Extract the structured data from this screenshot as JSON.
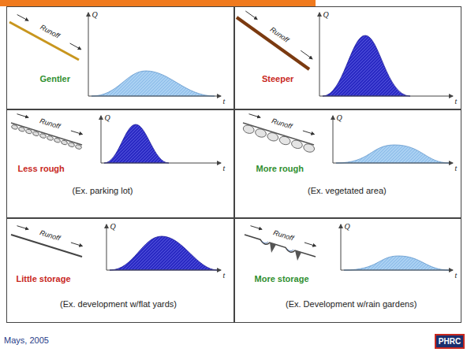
{
  "diagram": {
    "nodes": [
      {
        "text": [
          "Runoff",
          "Q",
          "t",
          "Gentler"
        ]
      },
      {
        "text": [
          "Runoff",
          "Q",
          "t",
          "Steeper"
        ]
      },
      {
        "text": [
          "Runoff",
          "Q",
          "t",
          "Less rough",
          "(Ex. parking lot)"
        ]
      },
      {
        "text": [
          "Runoff",
          "Q",
          "t",
          "More rough",
          "(Ex. vegetated area)"
        ]
      },
      {
        "text": [
          "Runoff",
          "Q",
          "t",
          "Little storage",
          "(Ex. development w/flat yards)"
        ]
      },
      {
        "text": [
          "Runoff",
          "Q",
          "t",
          "More storage",
          "(Ex. Development w/rain gardens)"
        ]
      }
    ],
    "labels": [
      "Mays, 2005",
      "PHRC"
    ]
  }
}
